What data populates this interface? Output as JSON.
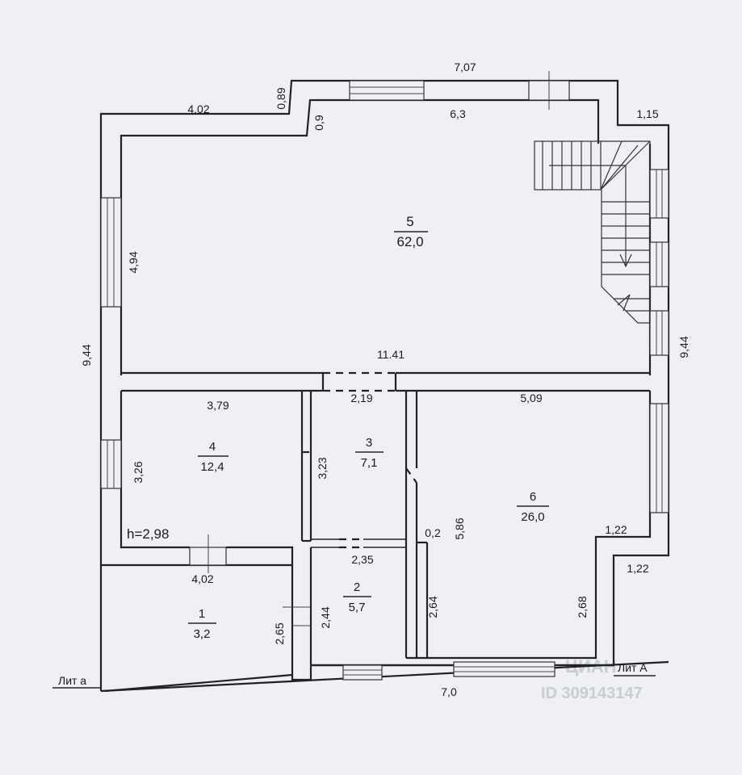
{
  "rooms": [
    {
      "number": "1",
      "area": "3,2"
    },
    {
      "number": "2",
      "area": "5,7"
    },
    {
      "number": "3",
      "area": "7,1"
    },
    {
      "number": "4",
      "area": "12,4"
    },
    {
      "number": "5",
      "area": "62,0"
    },
    {
      "number": "6",
      "area": "26,0"
    }
  ],
  "dimensions": {
    "top_right_width": "7,07",
    "top_left_width": "4,02",
    "notch_height": "0,89",
    "inner_notch": "0,9",
    "room5_inner_width": "6,3",
    "stair_offset": "1,15",
    "room5_height": "4,94",
    "left_total": "9,44",
    "right_total": "9,44",
    "corridor_width": "11.41",
    "room4_width": "3,79",
    "room3_width_top": "2,19",
    "room6_width": "5,09",
    "room4_height": "3,26",
    "room3_height": "3,23",
    "room6_height": "5,86",
    "partition_gap": "0,2",
    "right_step_1": "1,22",
    "right_step_2": "1,22",
    "room2_width": "2,35",
    "room1_width": "4,02",
    "room1_height": "2,65",
    "room2_height": "2,44",
    "lower_mid_height": "2,64",
    "lower_right_height": "2,68",
    "bottom_width": "7,0",
    "ceiling_height": "h=2,98"
  },
  "annotations": {
    "lit_small": "Лит а",
    "lit_big": "Лит А"
  },
  "watermark": {
    "brand": "ЦИАН",
    "id": "ID 309143147"
  }
}
